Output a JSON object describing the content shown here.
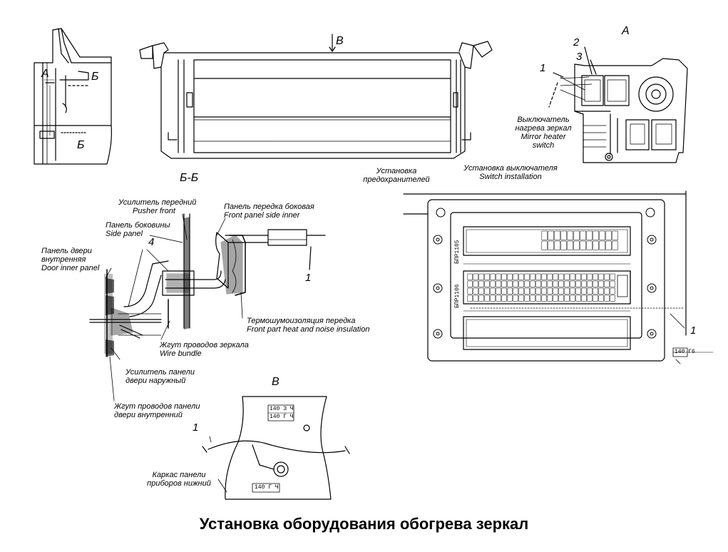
{
  "title": "Установка оборудования обогрева зеркал",
  "views": {
    "a": "А",
    "b": "Б",
    "bb": "Б-Б",
    "v": "В"
  },
  "section_marks": {
    "a_left": "А",
    "b_upper": "Б",
    "b_lower": "Б",
    "v_arrow": "В"
  },
  "numbers": {
    "n1": "1",
    "n2": "2",
    "n3": "3",
    "n4": "4"
  },
  "labels": {
    "switch": [
      "Выключатель",
      "нагрева зеркал",
      "Mirror heater",
      "switch"
    ],
    "switch_install": [
      "Установка выключателя",
      "Switch installation"
    ],
    "fuse_install": [
      "Установка",
      "предохранителей"
    ],
    "pusher_front": [
      "Усилитель передний",
      "Pusher  front"
    ],
    "side_panel": [
      "Панель боковины",
      "Side panel"
    ],
    "front_panel_side": [
      "Панель передка боковая",
      "Front panel  side  inner"
    ],
    "door_inner": [
      "Панель двери",
      "внутренняя",
      "Door inner panel"
    ],
    "heat_noise": [
      "Термошумоизоляция передка",
      "Front part heat and noise insulation"
    ],
    "wire_bundle": [
      "Жгут проводов зеркала",
      "Wire bundle"
    ],
    "door_outer_pusher": [
      "Усилитель панели",
      "двери наружный"
    ],
    "door_wire": [
      "Жгут проводов панели",
      "двери внутренний"
    ],
    "frame_lower": [
      "Каркас панели",
      "приборов нижний"
    ]
  },
  "codes": {
    "fuse1": "БПР1105",
    "fuse2": "БПР1106",
    "tag_right": "140 Г6",
    "tag_v1": "140 З Ч",
    "tag_v2": "140 Г Ч",
    "tag_v3": "140 Г Ч"
  }
}
